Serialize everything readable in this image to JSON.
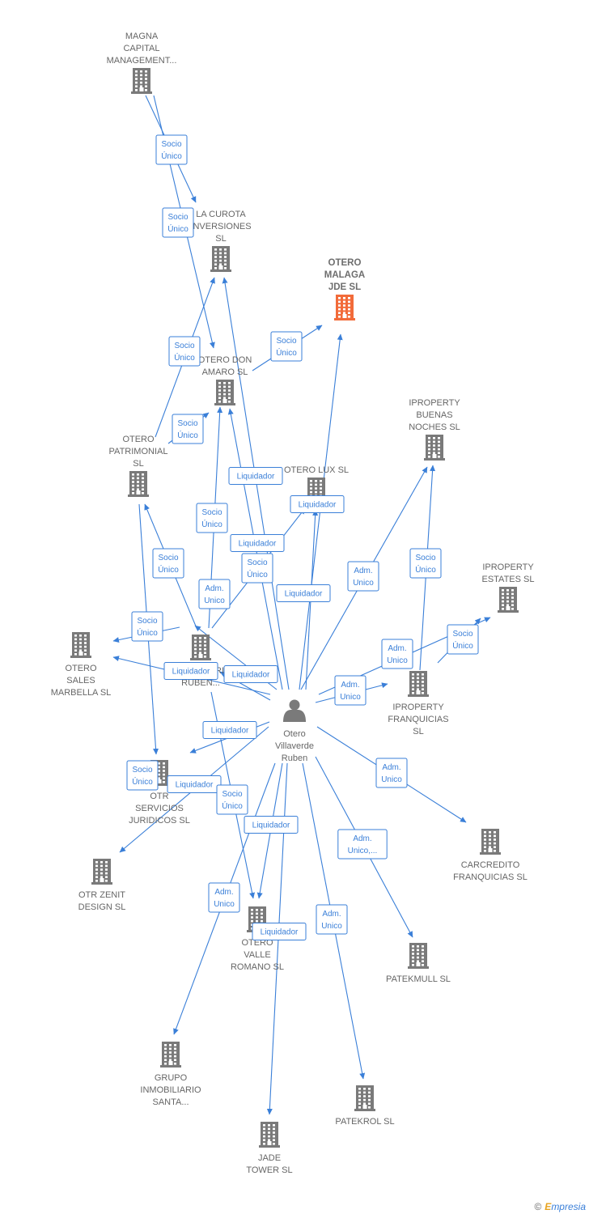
{
  "colors": {
    "edge": "#3a7fd8",
    "node": "#7a7a7a",
    "focus_node": "#f26b3a",
    "person": "#7a7a7a"
  },
  "watermark": {
    "copyright": "©",
    "brand_first": "E",
    "brand_rest": "mpresia"
  },
  "nodes": [
    {
      "id": "person",
      "type": "person",
      "icon": "person-icon",
      "lines": [
        "Otero",
        "Villaverde",
        "Ruben"
      ]
    },
    {
      "id": "magna",
      "type": "company",
      "icon": "building-icon",
      "lines": [
        "MAGNA",
        "CAPITAL",
        "MANAGEMENT..."
      ]
    },
    {
      "id": "curota",
      "type": "company",
      "icon": "building-icon",
      "lines": [
        "LA CUROTA",
        "INVERSIONES",
        "SL"
      ]
    },
    {
      "id": "malaga",
      "type": "company",
      "focus": true,
      "icon": "building-icon",
      "lines": [
        "OTERO",
        "MALAGA",
        "JDE  SL"
      ]
    },
    {
      "id": "donamaro",
      "type": "company",
      "icon": "building-icon",
      "lines": [
        "OTERO DON",
        "AMARO  SL"
      ]
    },
    {
      "id": "patrimonial",
      "type": "company",
      "icon": "building-icon",
      "lines": [
        "OTERO",
        "PATRIMONIAL",
        "SL"
      ]
    },
    {
      "id": "lux",
      "type": "company",
      "icon": "building-icon",
      "lines": [
        "OTERO LUX  SL"
      ]
    },
    {
      "id": "buenas",
      "type": "company",
      "icon": "building-icon",
      "lines": [
        "IPROPERTY",
        "BUENAS",
        "NOCHES  SL"
      ]
    },
    {
      "id": "estates",
      "type": "company",
      "icon": "building-icon",
      "lines": [
        "IPROPERTY",
        "ESTATES  SL"
      ]
    },
    {
      "id": "salesmar",
      "type": "company",
      "icon": "building-icon",
      "lines": [
        "OTERO",
        "SALES",
        "MARBELLA  SL"
      ]
    },
    {
      "id": "inmob",
      "type": "company",
      "icon": "building-icon",
      "lines": [
        "INMOBILIARIO",
        "RUBEN..."
      ]
    },
    {
      "id": "franq",
      "type": "company",
      "icon": "building-icon",
      "lines": [
        "IPROPERTY",
        "FRANQUICIAS",
        "SL"
      ]
    },
    {
      "id": "otrserv",
      "type": "company",
      "icon": "building-icon",
      "lines": [
        "OTR",
        "SERVICIOS",
        "JURIDICOS  SL"
      ]
    },
    {
      "id": "zenit",
      "type": "company",
      "icon": "building-icon",
      "lines": [
        "OTR ZENIT",
        "DESIGN  SL"
      ]
    },
    {
      "id": "carcred",
      "type": "company",
      "icon": "building-icon",
      "lines": [
        "CARCREDITO",
        "FRANQUICIAS SL"
      ]
    },
    {
      "id": "valle",
      "type": "company",
      "icon": "building-icon",
      "lines": [
        "OTERO",
        "VALLE",
        "ROMANO  SL"
      ]
    },
    {
      "id": "patekmull",
      "type": "company",
      "icon": "building-icon",
      "lines": [
        "PATEKMULL  SL"
      ]
    },
    {
      "id": "grupo",
      "type": "company",
      "icon": "building-icon",
      "lines": [
        "GRUPO",
        "INMOBILIARIO",
        "SANTA..."
      ]
    },
    {
      "id": "patekrol",
      "type": "company",
      "icon": "building-icon",
      "lines": [
        "PATEKROL  SL"
      ]
    },
    {
      "id": "jade",
      "type": "company",
      "icon": "building-icon",
      "lines": [
        "JADE",
        "TOWER  SL"
      ]
    }
  ],
  "edges": [
    {
      "from": "magna",
      "to": "curota",
      "label": [
        "Socio",
        "Único"
      ]
    },
    {
      "from": "magna",
      "to": "donamaro",
      "label": [
        "Socio",
        "Único"
      ]
    },
    {
      "from": "patrimonial",
      "to": "curota",
      "label": [
        "Socio",
        "Único"
      ]
    },
    {
      "from": "donamaro",
      "to": "malaga",
      "label": [
        "Socio",
        "Único"
      ]
    },
    {
      "from": "patrimonial",
      "to": "donamaro",
      "label": [
        "Socio",
        "Único"
      ]
    },
    {
      "from": "person",
      "to": "curota",
      "label": [
        "Liquidador"
      ]
    },
    {
      "from": "person",
      "to": "malaga",
      "label": [
        "Liquidador"
      ]
    },
    {
      "from": "inmob",
      "to": "donamaro",
      "label": [
        "Socio",
        "Único"
      ]
    },
    {
      "from": "person",
      "to": "donamaro",
      "label": [
        "Liquidador"
      ]
    },
    {
      "from": "inmob",
      "to": "patrimonial",
      "label": [
        "Socio",
        "Único"
      ]
    },
    {
      "from": "person",
      "to": "patrimonial",
      "label": [
        "Socio",
        "Único"
      ]
    },
    {
      "from": "inmob",
      "to": "lux",
      "label": [
        "Adm.",
        "Unico"
      ]
    },
    {
      "from": "person",
      "to": "lux",
      "label": [
        "Liquidador"
      ]
    },
    {
      "from": "person",
      "to": "buenas",
      "label": [
        "Adm.",
        "Unico"
      ]
    },
    {
      "from": "franq",
      "to": "buenas",
      "label": [
        "Socio",
        "Único"
      ]
    },
    {
      "from": "franq",
      "to": "estates",
      "label": [
        "Socio",
        "Único"
      ]
    },
    {
      "from": "person",
      "to": "estates",
      "label": [
        "Adm.",
        "Unico"
      ]
    },
    {
      "from": "inmob",
      "to": "salesmar",
      "label": [
        "Socio",
        "Único"
      ]
    },
    {
      "from": "person",
      "to": "salesmar",
      "label": [
        "Liquidador"
      ]
    },
    {
      "from": "person",
      "to": "inmob",
      "label": [
        "Liquidador"
      ]
    },
    {
      "from": "person",
      "to": "franq",
      "label": [
        "Adm.",
        "Unico"
      ]
    },
    {
      "from": "person",
      "to": "otrserv",
      "label": [
        "Liquidador"
      ]
    },
    {
      "from": "patrimonial",
      "to": "zenit",
      "label": [
        "Socio",
        "Único"
      ]
    },
    {
      "from": "person",
      "to": "zenit",
      "label": [
        "Liquidador"
      ]
    },
    {
      "from": "person",
      "to": "carcred",
      "label": [
        "Adm.",
        "Unico"
      ]
    },
    {
      "from": "inmob",
      "to": "valle",
      "label": [
        "Socio",
        "Único"
      ]
    },
    {
      "from": "person",
      "to": "valle",
      "label": [
        "Liquidador"
      ]
    },
    {
      "from": "person",
      "to": "patekmull",
      "label": [
        "Adm.",
        "Unico,..."
      ]
    },
    {
      "from": "person",
      "to": "grupo",
      "label": [
        "Adm.",
        "Unico"
      ]
    },
    {
      "from": "person",
      "to": "patekrol",
      "label": [
        "Adm.",
        "Unico"
      ]
    },
    {
      "from": "person",
      "to": "jade",
      "label": [
        "Liquidador"
      ]
    }
  ]
}
